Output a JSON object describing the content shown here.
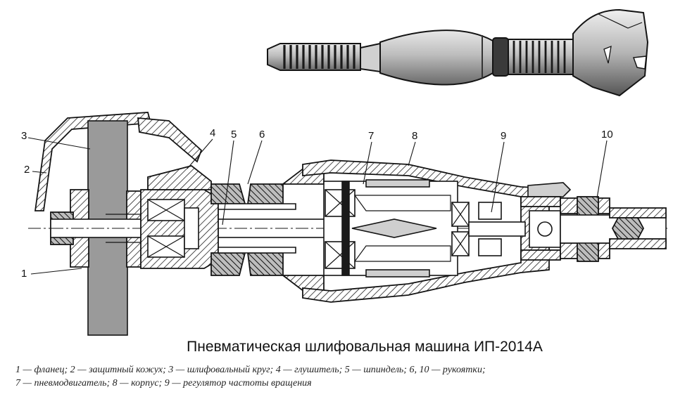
{
  "title": "Пневматическая шлифовальная машина ИП-2014А",
  "labels": {
    "l1": "1",
    "l2": "2",
    "l3": "3",
    "l4": "4",
    "l5": "5",
    "l6": "6",
    "l7": "7",
    "l8": "8",
    "l9": "9",
    "l10": "10"
  },
  "legend": {
    "line1": "1 — фланец; 2 — защитный кожух; 3 — шлифовальный круг; 4 — глушитель; 5 — шпиндель; 6, 10 — рукоятки;",
    "line2": "7 — пневмодвигатель; 8 — корпус; 9 — регулятор частоты вращения"
  }
}
